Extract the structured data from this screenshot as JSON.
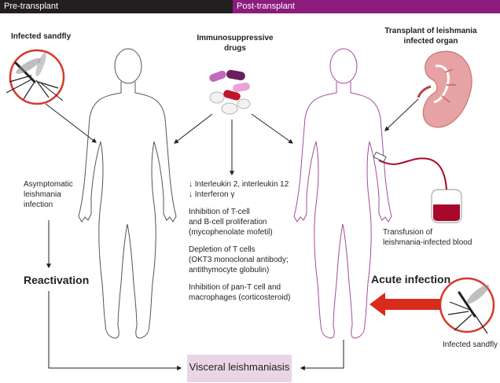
{
  "header": {
    "pre": "Pre-transplant",
    "post": "Post-transplant",
    "pre_color": "#231f20",
    "post_color": "#8b1c7c"
  },
  "labels": {
    "infected_sandfly_top": "Infected sandfly",
    "immunosuppressive": "Immunosuppressive drugs",
    "transplant": "Transplant of leishmania\ninfected organ",
    "asymptomatic": "Asymptomatic\nleishmania\ninfection",
    "reactivation": "Reactivation",
    "transfusion": "Transfusion of\nleishmania-infected blood",
    "acute": "Acute infection",
    "infected_sandfly_bottom": "Infected sandfly",
    "visceral": "Visceral leishmaniasis"
  },
  "effects": [
    "↓ Interleukin 2, interleukin 12\n↓ Interferon γ",
    "Inhibition of T-cell\nand B-cell proliferation\n(mycophenolate mofetil)",
    "Depletion of T cells\n(OKT3 monoclonal antibody;\nantithymocyte globulin)",
    "Inhibition of pan-T cell and\nmacrophages (corticosteroid)"
  ],
  "icons": [
    "mosquito-icon",
    "pills-icon",
    "kidney-icon",
    "blood-bag-icon"
  ],
  "colors": {
    "accent": "#8b1c7c",
    "arrow_red": "#d92b1c",
    "circle_red": "#d9372b",
    "box": "#e8d5e6"
  }
}
